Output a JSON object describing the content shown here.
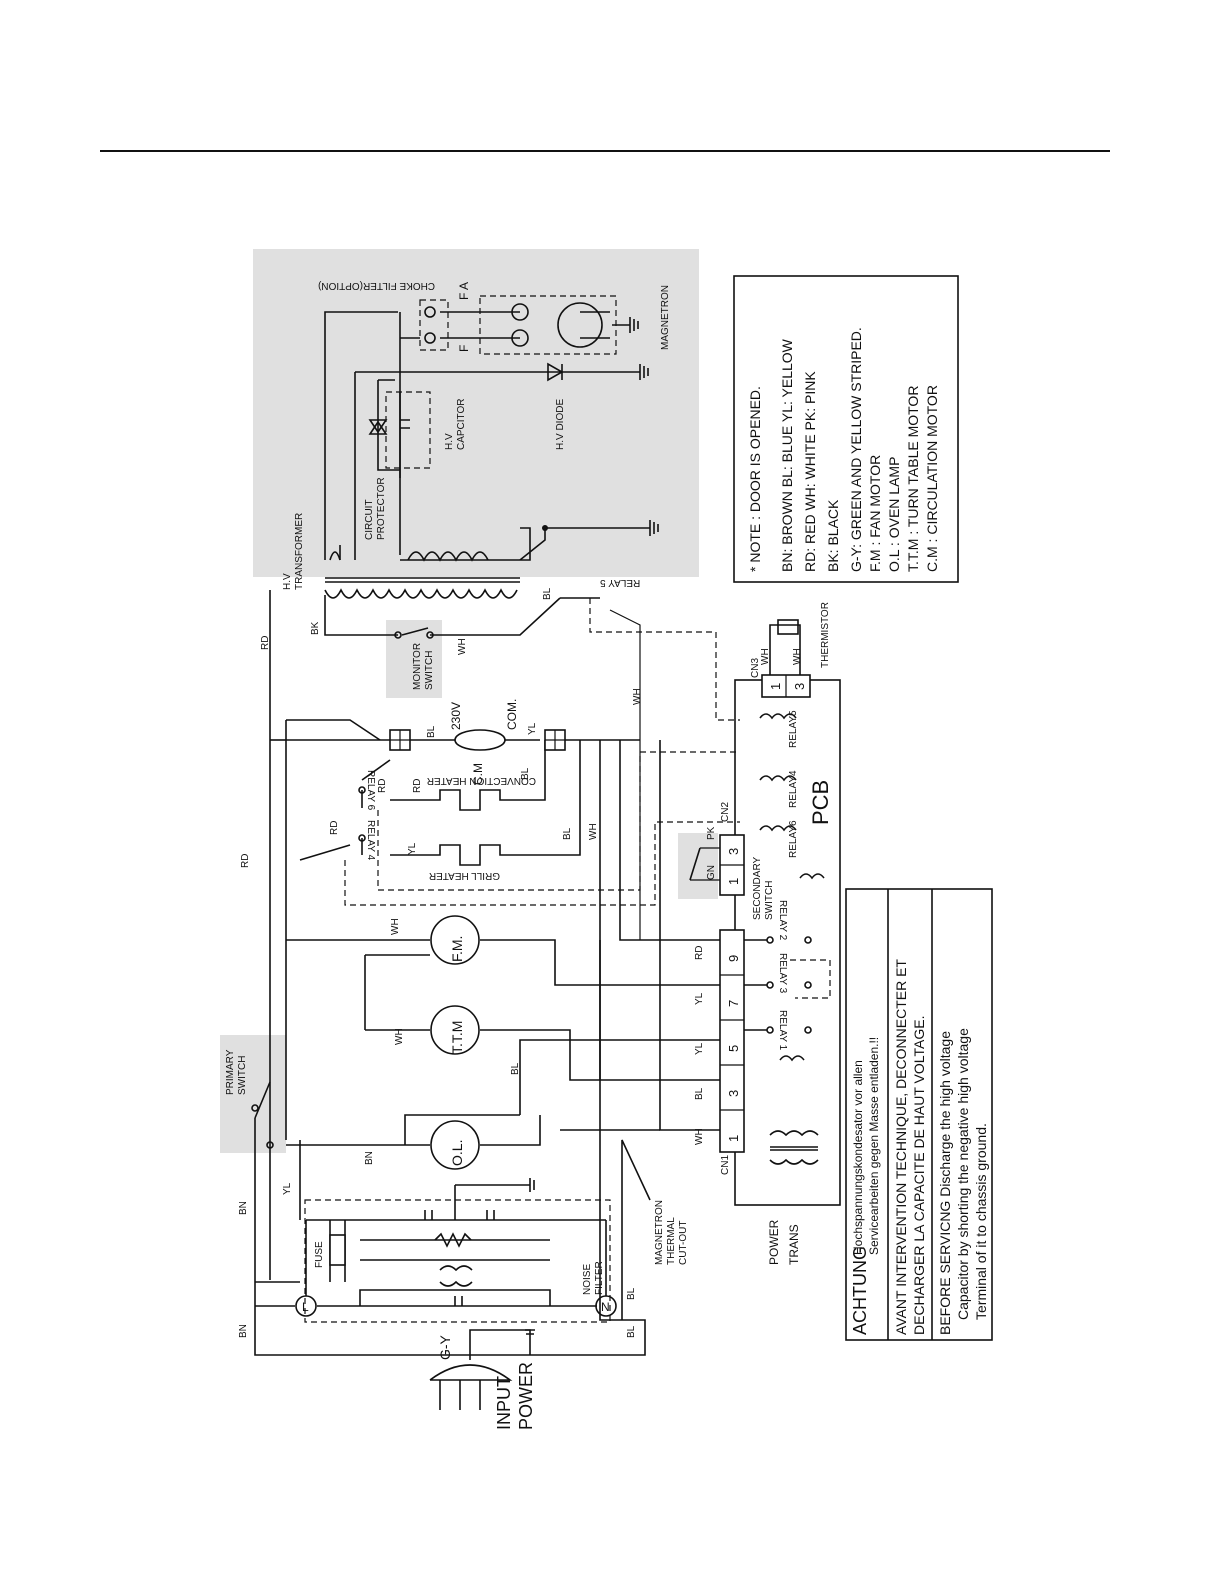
{
  "labels": {
    "hv_transformer": [
      "H.V",
      "TRANSFORMER"
    ],
    "circuit_protector": [
      "CIRCUIT",
      "PROTECTOR"
    ],
    "hv_capacitor": [
      "H.V",
      "CAPCITOR"
    ],
    "hv_diode": "H.V DIODE",
    "choke_filter": "CHOKE FILTER(OPTION)",
    "magnetron": "MAGNETRON",
    "fa": "F A",
    "f": "F",
    "relay5": "RELAY 5",
    "monitor_switch": [
      "MONITOR",
      "SWITCH"
    ],
    "thermistor": "THERMISTOR",
    "cn3": "CN3",
    "cn2": "CN2",
    "cn1": "CN1",
    "relay4_label": "RELAY 4",
    "relay6_label": "RELAY 6",
    "convection_heater": "CONVECTION HEATER",
    "grill_heater": "GRILL HEATER",
    "v230": "230V",
    "com": "COM.",
    "cm": "C.M",
    "fm": "F.M.",
    "ttm": "T.T.M",
    "ol": "O.L.",
    "primary_switch": [
      "PRIMARY",
      "SWITCH"
    ],
    "secondary_switch": [
      "SECONDARY",
      "SWITCH"
    ],
    "pcb": "PCB",
    "relay1": "RELAY 1",
    "relay2": "RELAY 2",
    "relay3": "RELAY 3",
    "pcb_relay5": "RELAY5",
    "pcb_relay4": "RELAY4",
    "pcb_relay6": "RELAY6",
    "power_trans": [
      "POWER",
      "TRANS"
    ],
    "fuse": "FUSE",
    "noise_filter": [
      "NOISE",
      "FILTER"
    ],
    "magnetron_cutout": [
      "MAGNETRON",
      "THERMAL",
      "CUT-OUT"
    ],
    "input_power": [
      "INPUT",
      "POWER"
    ],
    "gy": "G-Y",
    "L": "L",
    "N": "N",
    "cn1_pins": [
      "1",
      "3",
      "5",
      "7",
      "9"
    ],
    "cn2_pins": [
      "1",
      "3"
    ],
    "cn3_pins": [
      "1",
      "3"
    ]
  },
  "wire_colors": {
    "rd": "RD",
    "bn": "BN",
    "bl": "BL",
    "wh": "WH",
    "yl": "YL",
    "bk": "BK",
    "gn": "GN",
    "pk": "PK"
  },
  "note": {
    "title": "* NOTE : DOOR IS OPENED.",
    "lines": [
      "BN: BROWN   BL: BLUE   YL: YELLOW",
      "RD: RED   WH: WHITE   PK: PINK",
      "BK: BLACK",
      "G-Y: GREEN  AND  YELLOW  STRIPED.",
      "F.M :  FAN MOTOR",
      "O.L :  OVEN LAMP",
      "T.T.M :  TURN TABLE MOTOR",
      "C.M :  CIRCULATION MOTOR"
    ]
  },
  "warning": {
    "achtung": "ACHTUNG",
    "achtung_lines": [
      "Hochspannungskondesator vor allen",
      "Servicearbeiten gegen Masse entladen.!!"
    ],
    "avant_lines": [
      "AVANT INTERVENTION TECHNIQUE, DECONNECTER ET",
      "DECHARGER LA CAPACITE DE HAUT VOLTAGE."
    ],
    "before_lines": [
      "BEFORE SERVICNG Discharge the high voltage",
      "Capacitor by shorting the negative high voltage",
      "Terminal of it to chassis ground."
    ]
  }
}
